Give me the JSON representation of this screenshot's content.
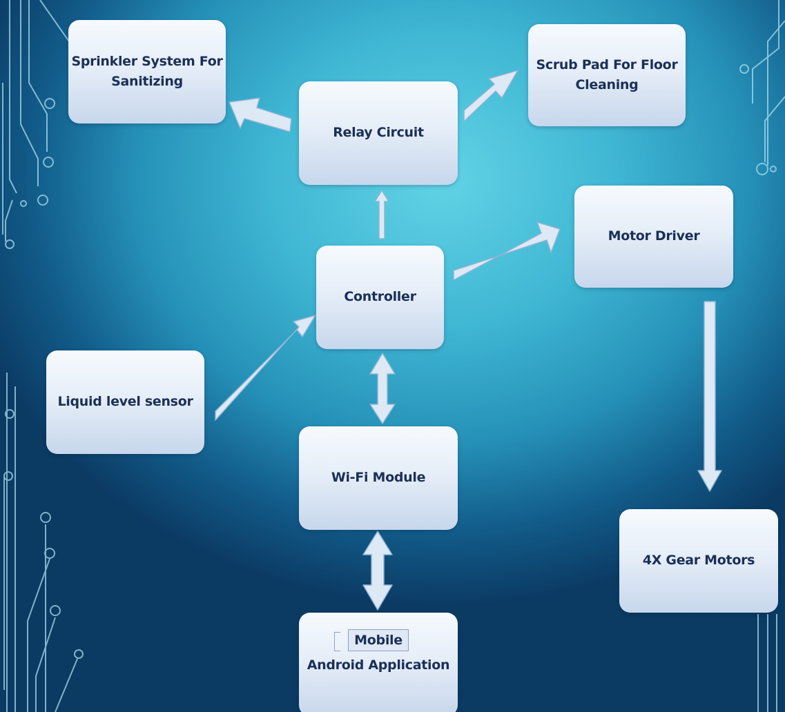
{
  "diagram": {
    "colors": {
      "box_fill_top": "#f6fafe",
      "box_fill_bottom": "#c7d7ec",
      "box_text": "#1b2f57",
      "arrow_fill": "#dde9f5",
      "arrow_stroke": "#8fb4d4",
      "background_light": "#62d3e6",
      "background_dark": "#0b3a63",
      "circuit_lines": "#a8dcef"
    },
    "nodes": {
      "sprinkler": {
        "line1": "Sprinkler System For",
        "line2": "Sanitizing"
      },
      "scrub": {
        "line1": "Scrub Pad For Floor",
        "line2": "Cleaning"
      },
      "relay": {
        "label": "Relay Circuit"
      },
      "controller": {
        "label": "Controller"
      },
      "motor_driver": {
        "label": "Motor Driver"
      },
      "liquid_sensor": {
        "label": "Liquid level sensor"
      },
      "wifi": {
        "label": "Wi-Fi Module"
      },
      "gear_motors": {
        "label": "4X Gear Motors"
      },
      "mobile": {
        "tab": "Mobile",
        "label": "Android Application"
      }
    },
    "edges": [
      {
        "from": "relay",
        "to": "sprinkler",
        "direction": "one-way"
      },
      {
        "from": "relay",
        "to": "scrub",
        "direction": "one-way"
      },
      {
        "from": "controller",
        "to": "relay",
        "direction": "one-way"
      },
      {
        "from": "controller",
        "to": "motor_driver",
        "direction": "one-way"
      },
      {
        "from": "liquid_sensor",
        "to": "controller",
        "direction": "one-way"
      },
      {
        "from": "controller",
        "to": "wifi",
        "direction": "two-way"
      },
      {
        "from": "wifi",
        "to": "mobile",
        "direction": "two-way"
      },
      {
        "from": "motor_driver",
        "to": "gear_motors",
        "direction": "one-way"
      }
    ]
  }
}
